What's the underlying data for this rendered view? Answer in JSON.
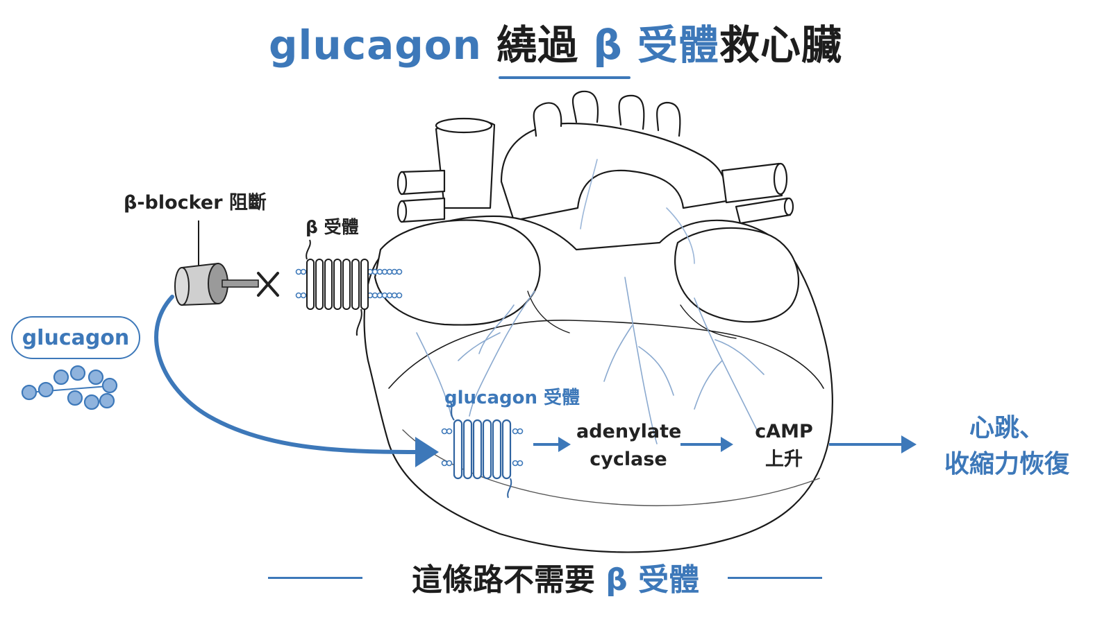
{
  "title": {
    "part1": "glucagon",
    "part2": " 繞過 ",
    "part3": "β 受體",
    "part4": "救心臟"
  },
  "labels": {
    "blocker": "β-blocker 阻斷",
    "beta_receptor": "β 受體",
    "glucagon": "glucagon",
    "glucagon_receptor": "glucagon 受體",
    "adenylate_line1": "adenylate",
    "adenylate_line2": "cyclase",
    "camp_line1": "cAMP",
    "camp_line2": "上升",
    "result_line1": "心跳、",
    "result_line2": "收縮力恢復"
  },
  "bottom": {
    "part1": "這條路不需要 ",
    "part2": "β 受體"
  },
  "icons": [
    "heart-illustration",
    "blocker-cylinder-icon",
    "block-x-icon",
    "receptor-icon",
    "glucagon-molecule-icon",
    "arrow-icon"
  ],
  "colors": {
    "accent": "#3d78b9",
    "text": "#1d1d1d",
    "outline": "#1a1a1a",
    "vessel": "#8aa9cf"
  }
}
